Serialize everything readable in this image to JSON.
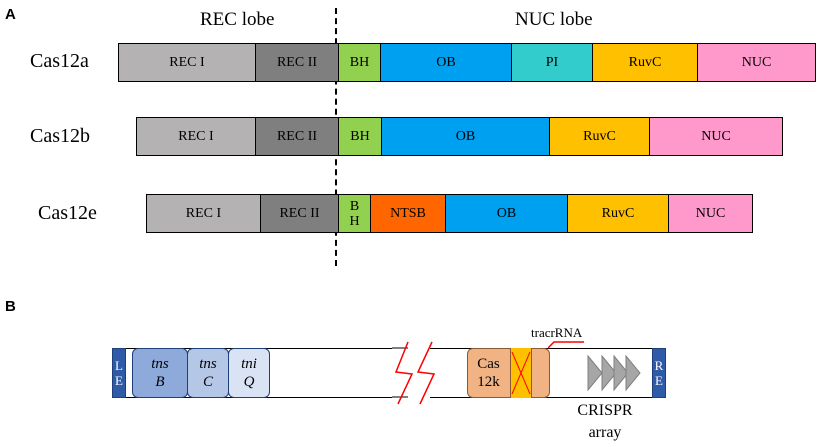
{
  "panel_a": {
    "letter": "A",
    "rec_lobe_label": "REC lobe",
    "nuc_lobe_label": "NUC lobe",
    "proteins": [
      {
        "name": "Cas12a",
        "domains": [
          {
            "label": "REC I",
            "color": "#b4b2b2"
          },
          {
            "label": "REC II",
            "color": "#7f7f7f"
          },
          {
            "label": "BH",
            "color": "#92d050"
          },
          {
            "label": "OB",
            "color": "#00a0f0"
          },
          {
            "label": "PI",
            "color": "#33cccc"
          },
          {
            "label": "RuvC",
            "color": "#ffc000"
          },
          {
            "label": "NUC",
            "color": "#ff99cc"
          }
        ]
      },
      {
        "name": "Cas12b",
        "domains": [
          {
            "label": "REC I",
            "color": "#b4b2b2"
          },
          {
            "label": "REC II",
            "color": "#7f7f7f"
          },
          {
            "label": "BH",
            "color": "#92d050"
          },
          {
            "label": "OB",
            "color": "#00a0f0"
          },
          {
            "label": "RuvC",
            "color": "#ffc000"
          },
          {
            "label": "NUC",
            "color": "#ff99cc"
          }
        ]
      },
      {
        "name": "Cas12e",
        "domains": [
          {
            "label": "REC I",
            "color": "#b4b2b2"
          },
          {
            "label": "REC II",
            "color": "#7f7f7f"
          },
          {
            "label": "B H",
            "color": "#92d050"
          },
          {
            "label": "NTSB",
            "color": "#ff6600"
          },
          {
            "label": "OB",
            "color": "#00a0f0"
          },
          {
            "label": "RuvC",
            "color": "#ffc000"
          },
          {
            "label": "NUC",
            "color": "#ff99cc"
          }
        ]
      }
    ]
  },
  "panel_b": {
    "letter": "B",
    "left_end": "L E",
    "right_end": "R E",
    "genes": [
      {
        "line1": "tns",
        "line2": "B",
        "color": "#8eaadb"
      },
      {
        "line1": "tns",
        "line2": "C",
        "color": "#b4c7e7"
      },
      {
        "line1": "tni",
        "line2": "Q",
        "color": "#dae3f3"
      }
    ],
    "cas12k_line1": "Cas",
    "cas12k_line2": "12k",
    "tracr_label": "tracrRNA",
    "crispr_line1": "CRISPR",
    "crispr_line2": "array",
    "colors": {
      "ends": "#2e5aa8",
      "cas12k": "#f1b384",
      "tracr": "#ff0000",
      "break": "#ff0000",
      "repeat": "#a6a6a6"
    }
  }
}
